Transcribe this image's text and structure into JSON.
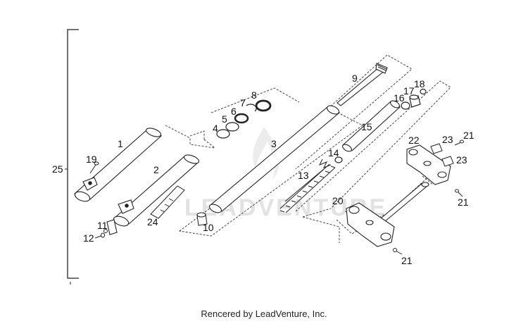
{
  "watermark": {
    "text": "LEADVENTURE"
  },
  "labels": {
    "p1": "1",
    "p2": "2",
    "p3": "3",
    "p4": "4",
    "p5": "5",
    "p6": "6",
    "p7": "7",
    "p8": "8",
    "p9": "9",
    "p10": "10",
    "p11": "11",
    "p12": "12",
    "p13": "13",
    "p14": "14",
    "p15": "15",
    "p16": "16",
    "p17": "17",
    "p18": "18",
    "p19": "19",
    "p20": "20",
    "p21a": "21",
    "p21b": "21",
    "p21c": "21",
    "p22": "22",
    "p23a": "23",
    "p23b": "23",
    "p24": "24",
    "p25": "25"
  },
  "footer": {
    "text": "Rencered by LeadVenture, Inc."
  }
}
